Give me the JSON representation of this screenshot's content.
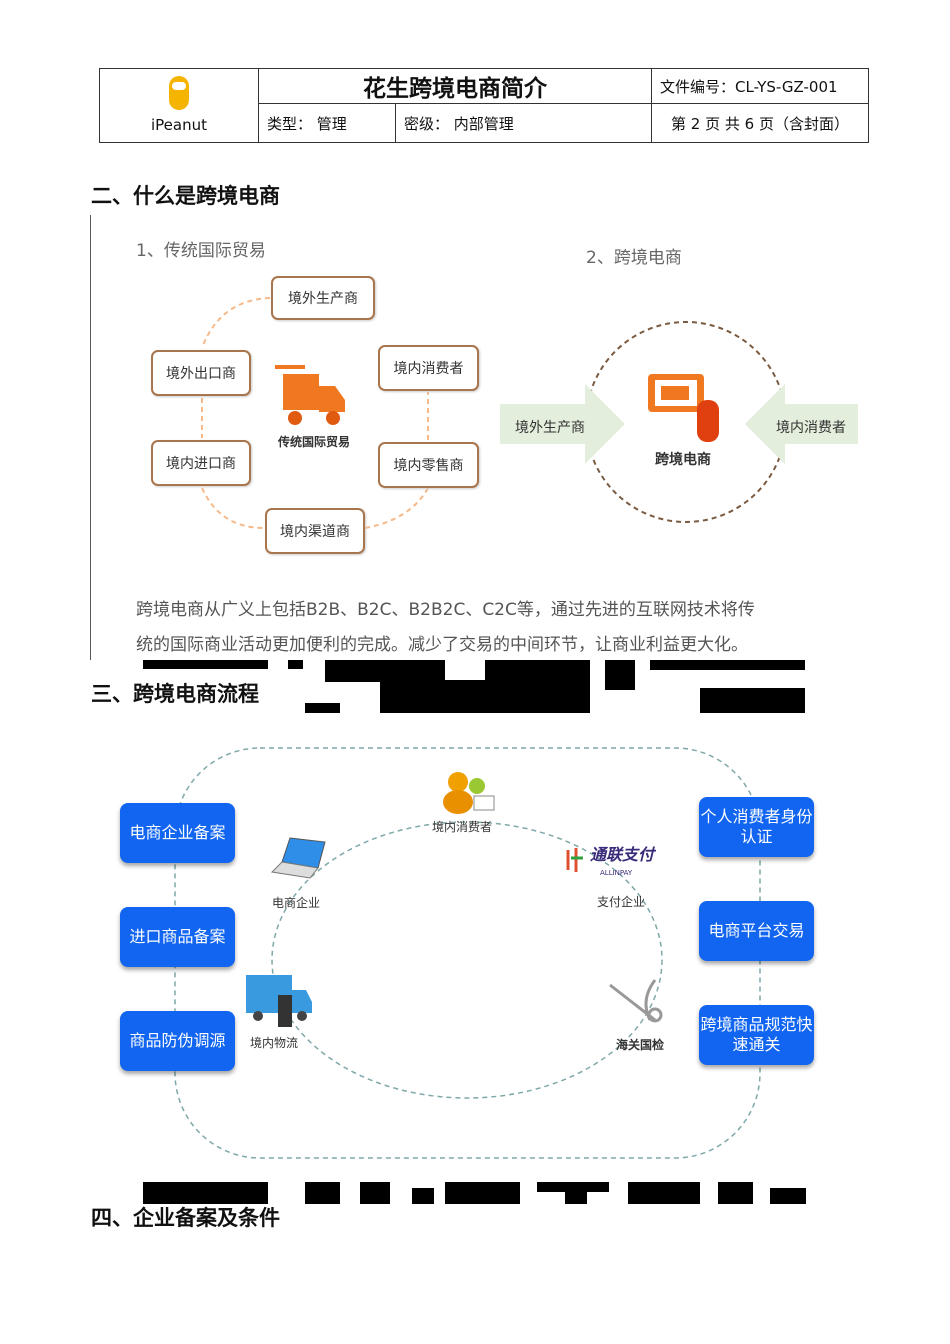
{
  "header": {
    "logo_text": "iPeanut",
    "title": "花生跨境电商简介",
    "doc_no": "文件编号：CL-YS-GZ-001",
    "type": "类型：  管理",
    "secrecy": "密级：  内部管理",
    "page_info": "第 2 页  共 6 页（含封面）"
  },
  "sections": {
    "s2": "二、什么是跨境电商",
    "s3": "三、跨境电商流程",
    "s4": "四、企业备案及条件"
  },
  "diagram1": {
    "left_title": "1、传统国际贸易",
    "right_title": "2、跨境电商",
    "nodes": [
      "境外生产商",
      "境外出口商",
      "境内消费者",
      "境内进口商",
      "境内零售商",
      "境内渠道商"
    ],
    "center_label": "传统国际贸易",
    "right_left_arrow": "境外生产商",
    "right_right_arrow": "境内消费者",
    "right_center_label": "跨境电商",
    "accent": "#f07820"
  },
  "paragraph": [
    "跨境电商从广义上包括B2B、B2C、B2B2C、C2C等，通过先进的互联网技术将传",
    "统的国际商业活动更加便利的完成。减少了交易的中间环节，让商业利益更大化。"
  ],
  "diagram2": {
    "left_boxes": [
      "电商企业备案",
      "进口商品备案",
      "商品防伪调源"
    ],
    "right_boxes": [
      "个人消费者身份认证",
      "电商平台交易",
      "跨境商品规范快速通关"
    ],
    "nodes": [
      "境内消费者",
      "电商企业",
      "支付企业",
      "境内物流",
      "海关国检"
    ],
    "pay_logo": "通联支付",
    "pay_logo_en": "ALLINPAY",
    "box_color": "#1165f0"
  }
}
